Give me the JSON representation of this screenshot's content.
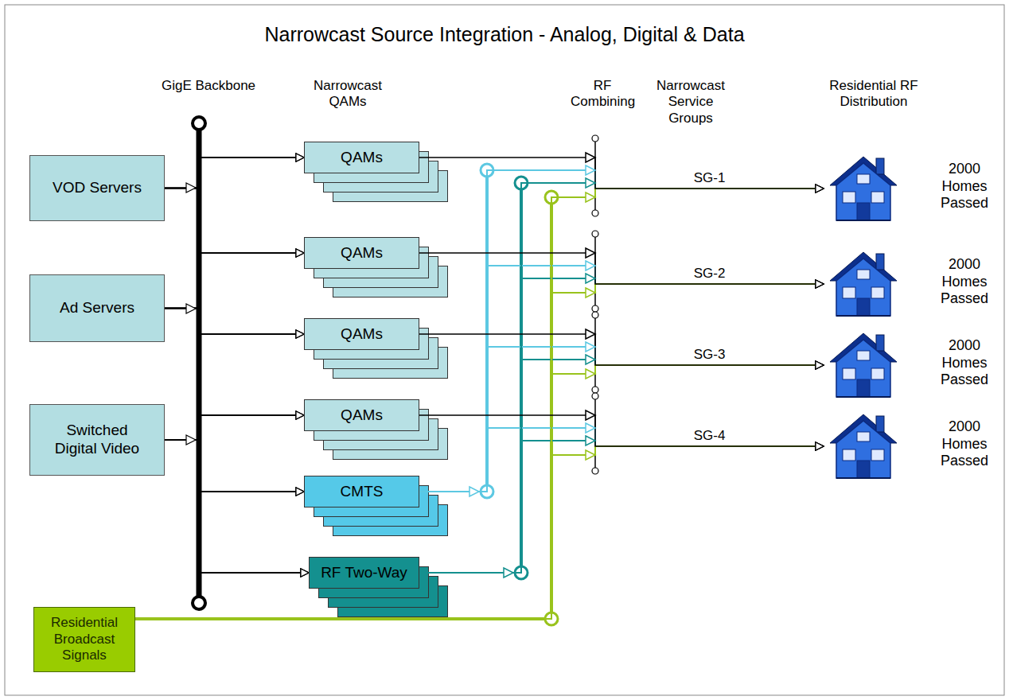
{
  "diagram": {
    "title": "Narrowcast Source Integration - Analog, Digital & Data",
    "nodes": [
      {
        "text": [
          "VOD Servers"
        ]
      },
      {
        "text": [
          "Ad Servers"
        ]
      },
      {
        "text": [
          "Switched Digital Video"
        ]
      },
      {
        "text": [
          "QAMs"
        ]
      },
      {
        "text": [
          "QAMs"
        ]
      },
      {
        "text": [
          "QAMs"
        ]
      },
      {
        "text": [
          "QAMs"
        ]
      },
      {
        "text": [
          "CMTS"
        ]
      },
      {
        "text": [
          "RF Two-Way"
        ]
      },
      {
        "text": [
          "Residential Broadcast Signals"
        ]
      },
      {
        "text": [
          "2000 Homes Passed"
        ]
      },
      {
        "text": [
          "2000 Homes Passed"
        ]
      },
      {
        "text": [
          "2000 Homes Passed"
        ]
      },
      {
        "text": [
          "2000 Homes Passed"
        ]
      }
    ],
    "edges": [
      {
        "from": 0,
        "to": 3,
        "arrow": "to"
      },
      {
        "from": 0,
        "to": 4,
        "arrow": "to"
      },
      {
        "from": 0,
        "to": 5,
        "arrow": "to"
      },
      {
        "from": 0,
        "to": 6,
        "arrow": "to"
      },
      {
        "from": 0,
        "to": 7,
        "arrow": "to"
      },
      {
        "from": 0,
        "to": 8,
        "arrow": "to"
      },
      {
        "from": 1,
        "to": 3,
        "arrow": "to"
      },
      {
        "from": 1,
        "to": 4,
        "arrow": "to"
      },
      {
        "from": 1,
        "to": 5,
        "arrow": "to"
      },
      {
        "from": 1,
        "to": 6,
        "arrow": "to"
      },
      {
        "from": 1,
        "to": 7,
        "arrow": "to"
      },
      {
        "from": 1,
        "to": 8,
        "arrow": "to"
      },
      {
        "from": 2,
        "to": 3,
        "arrow": "to"
      },
      {
        "from": 2,
        "to": 4,
        "arrow": "to"
      },
      {
        "from": 2,
        "to": 5,
        "arrow": "to"
      },
      {
        "from": 2,
        "to": 6,
        "arrow": "to"
      },
      {
        "from": 2,
        "to": 7,
        "arrow": "to"
      },
      {
        "from": 2,
        "to": 8,
        "arrow": "to"
      },
      {
        "from": 7,
        "to": 10,
        "arrow": "to"
      },
      {
        "from": 7,
        "to": 11,
        "arrow": "to"
      },
      {
        "from": 7,
        "to": 12,
        "arrow": "to"
      },
      {
        "from": 7,
        "to": 13,
        "arrow": "to"
      },
      {
        "from": 8,
        "to": 10,
        "arrow": "to"
      },
      {
        "from": 8,
        "to": 11,
        "arrow": "to"
      },
      {
        "from": 8,
        "to": 12,
        "arrow": "to"
      },
      {
        "from": 8,
        "to": 13,
        "arrow": "to"
      },
      {
        "from": 9,
        "to": 10,
        "arrow": "to"
      },
      {
        "from": 9,
        "to": 11,
        "arrow": "to"
      },
      {
        "from": 9,
        "to": 12,
        "arrow": "to"
      },
      {
        "from": 9,
        "to": 13,
        "arrow": "to"
      },
      {
        "from": 3,
        "to": 10,
        "label": "SG-1",
        "arrow": "to"
      },
      {
        "from": 4,
        "to": 11,
        "label": "SG-2",
        "arrow": "to"
      },
      {
        "from": 5,
        "to": 12,
        "label": "SG-3",
        "arrow": "to"
      },
      {
        "from": 6,
        "to": 13,
        "label": "SG-4",
        "arrow": "to"
      }
    ],
    "labels": [
      "GigE Backbone",
      "Narrowcast QAMs",
      "RF Combining",
      "Narrowcast Service Groups",
      "Residential RF Distribution"
    ]
  }
}
